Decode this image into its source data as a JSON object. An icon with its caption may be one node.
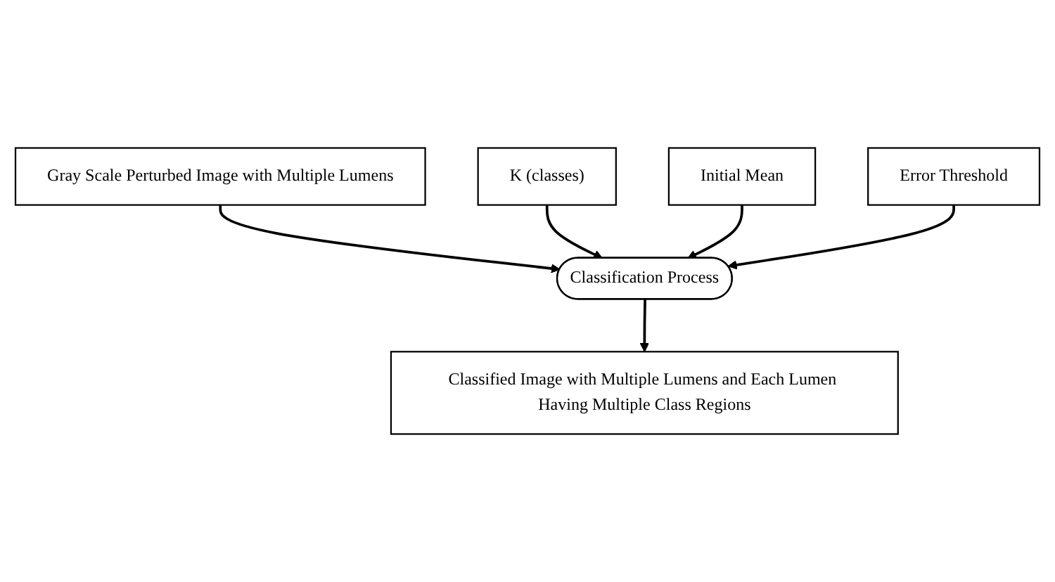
{
  "diagram": {
    "nodes": [
      {
        "text": [
          "Gray Scale Perturbed Image with Multiple Lumens"
        ]
      },
      {
        "text": [
          "Classification Process"
        ]
      },
      {
        "text": [
          "K (classes)"
        ]
      },
      {
        "text": [
          "Initial Mean"
        ]
      },
      {
        "text": [
          "Error Threshold"
        ]
      },
      {
        "text": [
          "Classified Image with Multiple Lumens and Each Lumen Having Multiple Class Regions"
        ]
      }
    ],
    "edges": [
      {
        "from": 0,
        "to": 1,
        "arrow": "to"
      },
      {
        "from": 2,
        "to": 1,
        "arrow": "to"
      },
      {
        "from": 3,
        "to": 1,
        "arrow": "to"
      },
      {
        "from": 4,
        "to": 1,
        "arrow": "to"
      },
      {
        "from": 1,
        "to": 5,
        "arrow": "to"
      }
    ]
  }
}
